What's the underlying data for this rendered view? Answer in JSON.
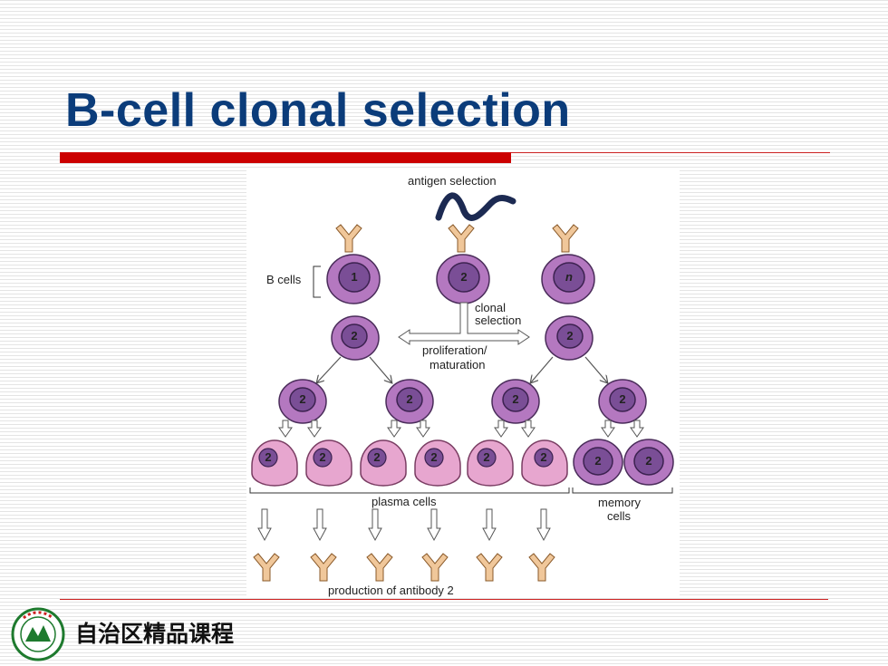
{
  "slide": {
    "title": "B-cell clonal selection",
    "footer_text": "自治区精品课程"
  },
  "figure": {
    "antigen_label": "antigen selection",
    "b_cells_label": "B cells",
    "b_cell_numbers": [
      "1",
      "2",
      "n"
    ],
    "clonal_selection_label": [
      "clonal",
      "selection"
    ],
    "proliferation_label": [
      "proliferation/",
      "maturation"
    ],
    "clone_number": "2",
    "plasma_cells_label": "plasma cells",
    "memory_cells_label": [
      "memory",
      "cells"
    ],
    "antibody_label": "production of antibody 2",
    "colors": {
      "b_cell_fill": "#b478c0",
      "nucleus_fill": "#7a4e96",
      "plasma_cell_fill": "#e7a6cf",
      "antibody_fill": "#f0c79a",
      "antigen": "#1c2a52"
    }
  }
}
